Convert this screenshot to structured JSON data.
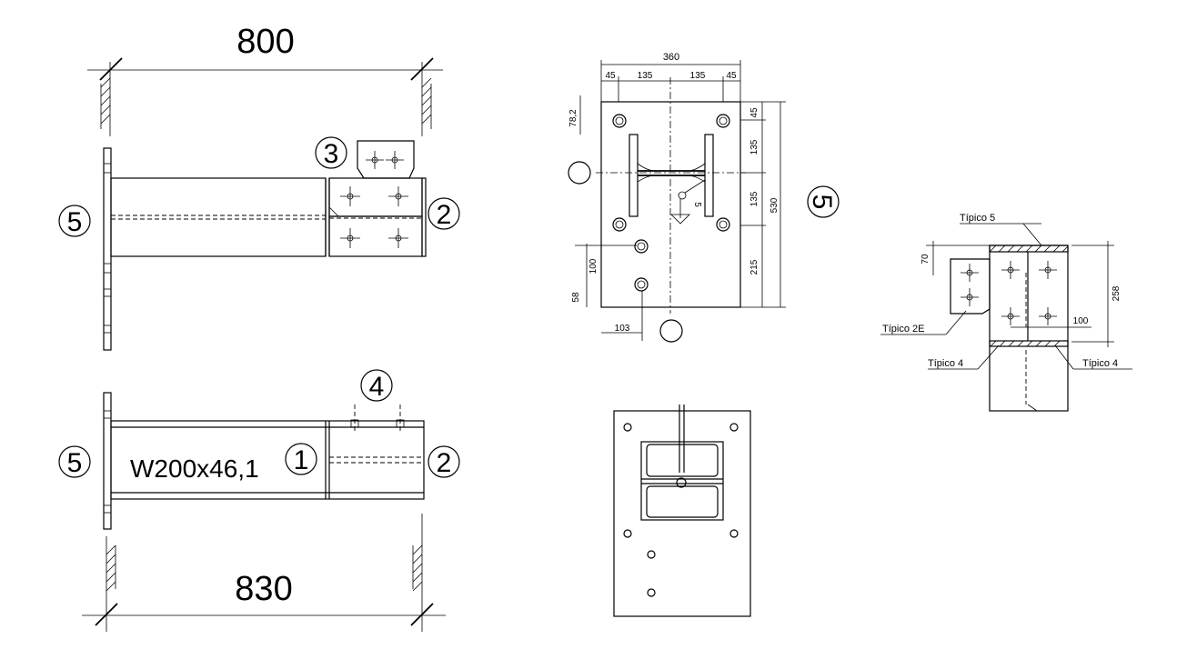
{
  "elevation_top": {
    "dimension": "800",
    "labels": {
      "member_a": "5",
      "member_b": "2",
      "member_c": "3"
    }
  },
  "elevation_bottom": {
    "dimension": "830",
    "profile": "W200x46,1",
    "labels": {
      "member_a": "5",
      "member_b": "1",
      "member_c": "2",
      "member_d": "4"
    }
  },
  "base_plate": {
    "mark": "5",
    "overall_width": "360",
    "width_segments": [
      "45",
      "135",
      "135",
      "45"
    ],
    "height_segments": [
      "45",
      "135",
      "135",
      "215"
    ],
    "overall_height": "530",
    "edge_left": "78,2",
    "bolt_spacing": "100",
    "bottom_edge": "58",
    "bottom_offset": "103",
    "weld_size": "5"
  },
  "connection_detail": {
    "typ_top": "Típico 5",
    "typ_plate": "Típico 2E",
    "typ_bottom_left": "Típico 4",
    "typ_bottom_right": "Típico 4",
    "dim_top": "70",
    "dim_height": "258",
    "dim_bolt": "100"
  }
}
